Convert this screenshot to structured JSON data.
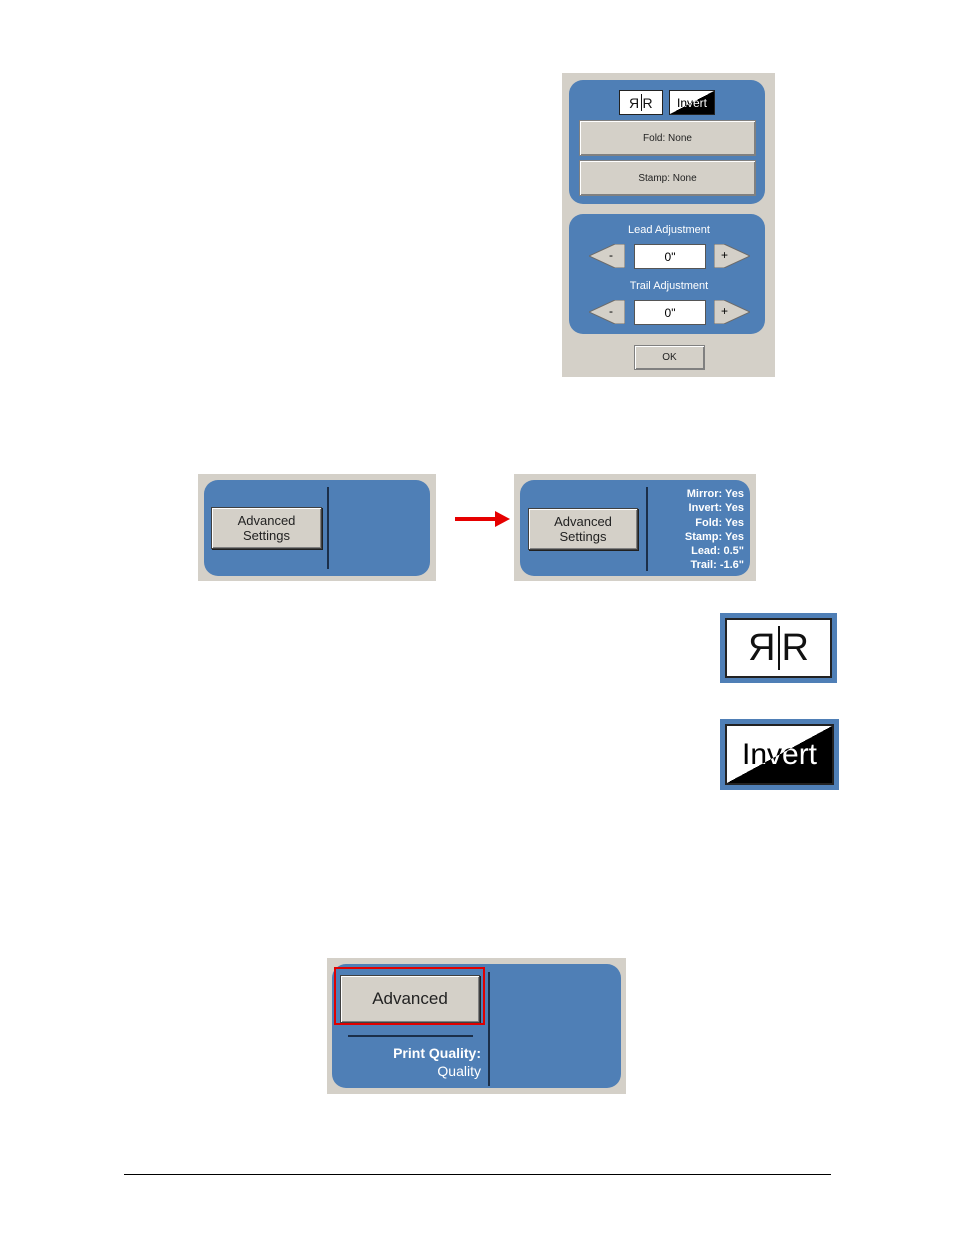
{
  "dialog": {
    "mirror_label": "RR",
    "invert_label": "Invert",
    "fold_button": "Fold: None",
    "stamp_button": "Stamp: None",
    "lead_title": "Lead Adjustment",
    "lead_value": "0\"",
    "trail_title": "Trail Adjustment",
    "trail_value": "0\"",
    "minus": "-",
    "plus": "+",
    "ok_button": "OK"
  },
  "panel_before": {
    "button_line1": "Advanced",
    "button_line2": "Settings"
  },
  "panel_after": {
    "button_line1": "Advanced",
    "button_line2": "Settings",
    "status": [
      "Mirror: Yes",
      "Invert: Yes",
      "Fold: Yes",
      "Stamp: Yes",
      "Lead: 0.5\"",
      "Trail: -1.6\""
    ]
  },
  "mirror_icon": {
    "label": "RR"
  },
  "invert_icon": {
    "label": "Invert"
  },
  "quality_panel": {
    "advanced_button": "Advanced",
    "print_quality_label": "Print Quality:",
    "print_quality_value": "Quality"
  },
  "colors": {
    "panel_blue": "#4f7fb6",
    "panel_gray": "#d4d0c8",
    "arrow_red": "#e60000",
    "highlight_red": "#e00000"
  }
}
